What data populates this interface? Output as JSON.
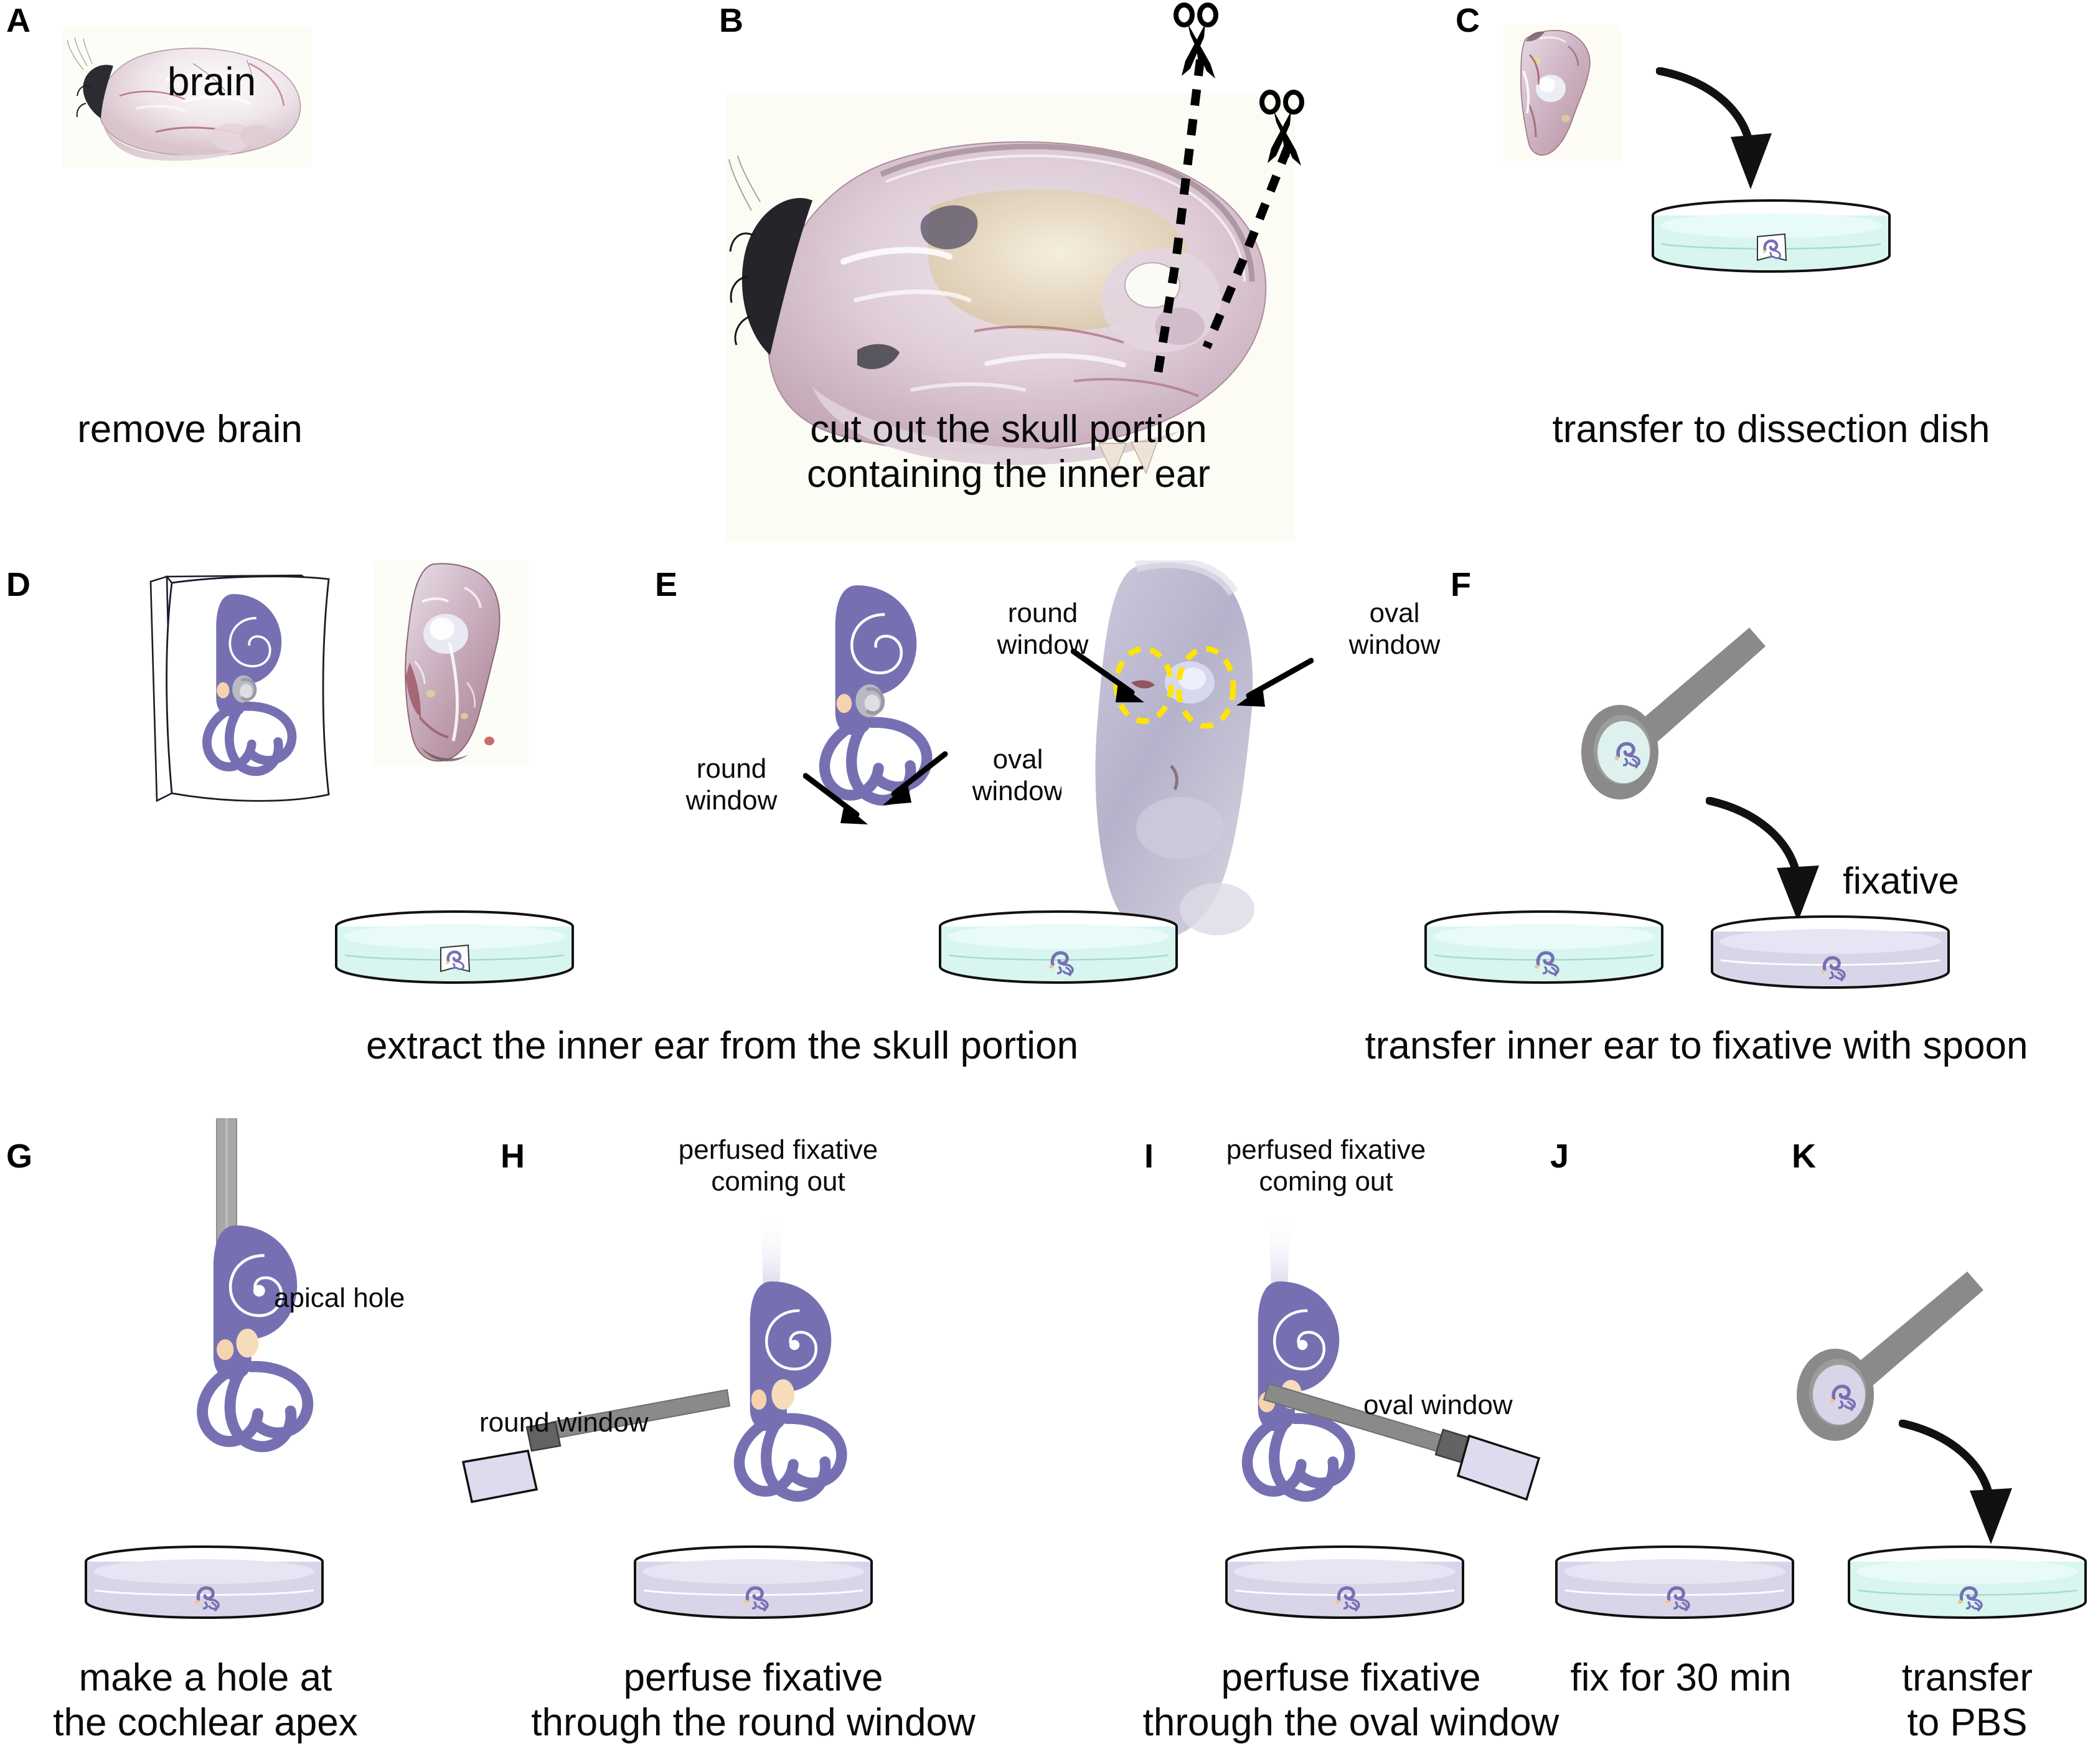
{
  "figure": {
    "type": "scientific-protocol-schematic",
    "subject": "mouse inner ear dissection and fixative perfusion protocol",
    "background_color": "#ffffff",
    "palette": {
      "inner_ear_purple": "#7670b3",
      "window_peach": "#f5cfa8",
      "oval_window_grey": "#b8b8c0",
      "pbs_teal": "#d8f5f0",
      "fixative_lavender": "#d9d5e8",
      "dish_outline": "#111111",
      "metal_grey": "#8a8a8a",
      "syringe_barrel": "#dedbee",
      "syringe_hub": "#636363",
      "highlight_yellow": "#ffe600",
      "text_black": "#0a0a0a"
    }
  },
  "panels": [
    {
      "id": "A",
      "letter": "A",
      "caption": "remove brain",
      "image_label": "brain",
      "content_kind": "photograph",
      "description": "sagittal mouse head with brain exposed"
    },
    {
      "id": "B",
      "letter": "B",
      "caption": "cut out the skull portion\ncontaining the inner ear",
      "caption_lines": [
        "cut out the skull portion",
        "containing the inner ear"
      ],
      "content_kind": "photograph-with-overlay",
      "overlay": {
        "scissors_count": 2,
        "cut_lines": 2,
        "cut_line_style": "dashed"
      }
    },
    {
      "id": "C",
      "letter": "C",
      "caption": "transfer to dissection dish",
      "content_kind": "photograph-plus-dish",
      "dish": {
        "liquid": "pbs_teal",
        "contains": "skull-portion"
      },
      "arrow": "curved-down-right"
    },
    {
      "id": "D",
      "letter": "D",
      "caption": "extract the inner ear from the skull portion",
      "content_kind": "diagram-plus-photograph",
      "diagram": "inner-ear-in-skull-slab",
      "dish": {
        "liquid": "pbs_teal",
        "contains": "skull-portion"
      }
    },
    {
      "id": "E",
      "letter": "E",
      "caption": "extract the inner ear from the skull portion",
      "content_kind": "diagram-plus-photograph",
      "annotations": [
        {
          "text": "round\nwindow",
          "lines": [
            "round",
            "window"
          ],
          "target": "diagram-round-window"
        },
        {
          "text": "oval\nwindow",
          "lines": [
            "oval",
            "window"
          ],
          "target": "diagram-oval-window"
        },
        {
          "text": "round\nwindow",
          "lines": [
            "round",
            "window"
          ],
          "target": "photo-round-window"
        },
        {
          "text": "oval\nwindow",
          "lines": [
            "oval",
            "window"
          ],
          "target": "photo-oval-window"
        }
      ],
      "photo_highlights": {
        "count": 2,
        "style": "yellow-dashed-ellipse"
      },
      "dish": {
        "liquid": "pbs_teal",
        "contains": "inner-ear"
      }
    },
    {
      "id": "F",
      "letter": "F",
      "caption": "transfer inner ear to fixative with spoon",
      "content_kind": "schematic",
      "arrow_label": "fixative",
      "dishes": [
        {
          "liquid": "pbs_teal",
          "contains": "inner-ear"
        },
        {
          "liquid": "fixative_lavender",
          "contains": "inner-ear"
        }
      ],
      "tool": "spoon"
    },
    {
      "id": "G",
      "letter": "G",
      "caption": "make a hole at\nthe cochlear apex",
      "caption_lines": [
        "make a hole at",
        "the cochlear apex"
      ],
      "content_kind": "schematic",
      "annotations": [
        {
          "text": "apical hole",
          "target": "cochlear-apex"
        }
      ],
      "tool": "needle",
      "dish": {
        "liquid": "fixative_lavender",
        "contains": "inner-ear"
      }
    },
    {
      "id": "H",
      "letter": "H",
      "caption": "perfuse fixative\nthrough the round window",
      "caption_lines": [
        "perfuse fixative",
        "through the round window"
      ],
      "content_kind": "schematic",
      "annotations": [
        {
          "text": "perfused fixative\ncoming out",
          "lines": [
            "perfused fixative",
            "coming out"
          ],
          "target": "apical-hole"
        },
        {
          "text": "round window",
          "target": "round-window"
        }
      ],
      "tool": "syringe",
      "dish": {
        "liquid": "fixative_lavender",
        "contains": "inner-ear"
      }
    },
    {
      "id": "I",
      "letter": "I",
      "caption": "perfuse fixative\nthrough the oval window",
      "caption_lines": [
        "perfuse fixative",
        "through the oval window"
      ],
      "content_kind": "schematic",
      "annotations": [
        {
          "text": "perfused fixative\ncoming out",
          "lines": [
            "perfused fixative",
            "coming out"
          ],
          "target": "apical-hole"
        },
        {
          "text": "oval window",
          "target": "oval-window"
        }
      ],
      "tool": "syringe",
      "dish": {
        "liquid": "fixative_lavender",
        "contains": "inner-ear"
      }
    },
    {
      "id": "J",
      "letter": "J",
      "caption": "fix for 30 min",
      "content_kind": "dish-only",
      "dish": {
        "liquid": "fixative_lavender",
        "contains": "inner-ear"
      }
    },
    {
      "id": "K",
      "letter": "K",
      "caption": "transfer\nto PBS",
      "caption_lines": [
        "transfer",
        "to PBS"
      ],
      "content_kind": "schematic",
      "tool": "spoon",
      "arrow": "curved-down-right",
      "dish": {
        "liquid": "pbs_teal",
        "contains": "inner-ear"
      }
    }
  ],
  "labels": {
    "brain": "brain",
    "round_window": "round window",
    "oval_window": "oval window",
    "round_window_l1": "round",
    "round_window_l2": "window",
    "oval_window_l1": "oval",
    "oval_window_l2": "window",
    "apical_hole": "apical hole",
    "fixative": "fixative",
    "perfused_l1": "perfused fixative",
    "perfused_l2": "coming out"
  },
  "captions": {
    "A": "remove brain",
    "B1": "cut out the skull portion",
    "B2": "containing the inner ear",
    "C": "transfer to dissection dish",
    "DE": "extract the inner ear from the skull portion",
    "F": "transfer inner ear to fixative with spoon",
    "G1": "make a hole at",
    "G2": "the cochlear apex",
    "H1": "perfuse fixative",
    "H2": "through the round window",
    "I1": "perfuse fixative",
    "I2": "through the oval window",
    "J": "fix for 30 min",
    "K1": "transfer",
    "K2": "to PBS"
  },
  "letters": {
    "A": "A",
    "B": "B",
    "C": "C",
    "D": "D",
    "E": "E",
    "F": "F",
    "G": "G",
    "H": "H",
    "I": "I",
    "J": "J",
    "K": "K"
  }
}
